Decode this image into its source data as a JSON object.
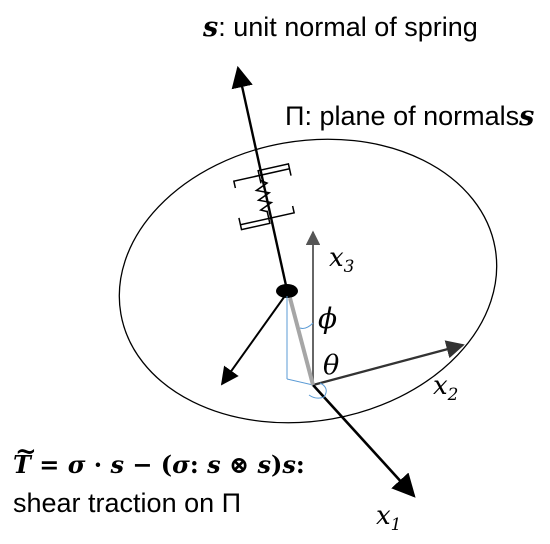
{
  "labels": {
    "spring_normal": {
      "symbol": "s",
      "text": ": unit normal of spring"
    },
    "plane": {
      "symbol": "Π",
      "text": ": plane of normals",
      "suffix": "s"
    },
    "axes": {
      "x1": "x",
      "x1_sub": "1",
      "x2": "x",
      "x2_sub": "2",
      "x3": "x",
      "x3_sub": "3"
    },
    "angles": {
      "phi": "ϕ",
      "theta": "θ"
    },
    "equation": {
      "lhs": "T",
      "rhs_a": " = ",
      "sigma1": "σ",
      "dot": " · ",
      "s1": "s",
      "minus": " − (",
      "sigma2": "σ",
      "colon": ":",
      "s2": " s",
      "otimes": " ⊗ ",
      "s3": "s",
      "close": ")",
      "s4": "s",
      "end": ":"
    },
    "caption": "shear traction on Π"
  },
  "colors": {
    "line": "#000000",
    "axis_x3": "#555555",
    "axis_x2": "#333333",
    "projection": "#a6a6a6",
    "construction": "#5b9bd5"
  }
}
